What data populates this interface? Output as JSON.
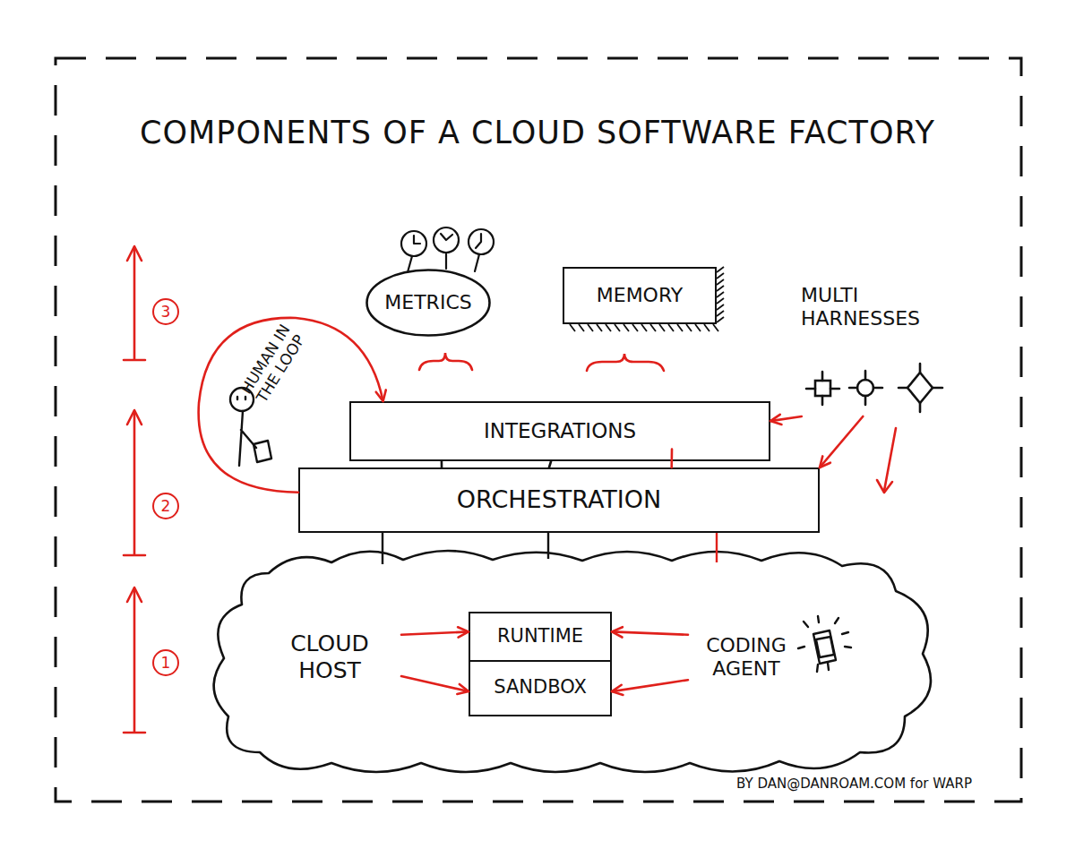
{
  "diagram": {
    "title": "COMPONENTS OF A CLOUD SOFTWARE FACTORY",
    "nodes": [
      {
        "text": [
          "METRICS"
        ]
      },
      {
        "text": [
          "MEMORY"
        ]
      },
      {
        "text": [
          "MULTI HARNESSES"
        ]
      },
      {
        "text": [
          "INTEGRATIONS"
        ]
      },
      {
        "text": [
          "ORCHESTRATION"
        ]
      },
      {
        "text": [
          "CLOUD HOST"
        ]
      },
      {
        "text": [
          "RUNTIME"
        ]
      },
      {
        "text": [
          "SANDBOX"
        ]
      },
      {
        "text": [
          "CODING AGENT"
        ]
      }
    ],
    "edges": [
      {
        "from": 2,
        "to": 3,
        "arrow": "to"
      },
      {
        "from": 2,
        "to": 4,
        "arrow": "to"
      },
      {
        "from": 3,
        "to": 4,
        "arrow": "none"
      },
      {
        "from": 3,
        "to": 4,
        "arrow": "none"
      },
      {
        "from": 3,
        "to": 4,
        "arrow": "none"
      },
      {
        "from": 4,
        "to": 3,
        "arrow": "to"
      },
      {
        "from": 5,
        "to": 6,
        "arrow": "to"
      },
      {
        "from": 5,
        "to": 7,
        "arrow": "to"
      },
      {
        "from": 8,
        "to": 6,
        "arrow": "to"
      },
      {
        "from": 8,
        "to": 7,
        "arrow": "to"
      }
    ],
    "labels": [
      "3",
      "HUMAN IN THE LOOP",
      "2",
      "1",
      "BY DAN@DANROAM.COM for WARP"
    ]
  }
}
